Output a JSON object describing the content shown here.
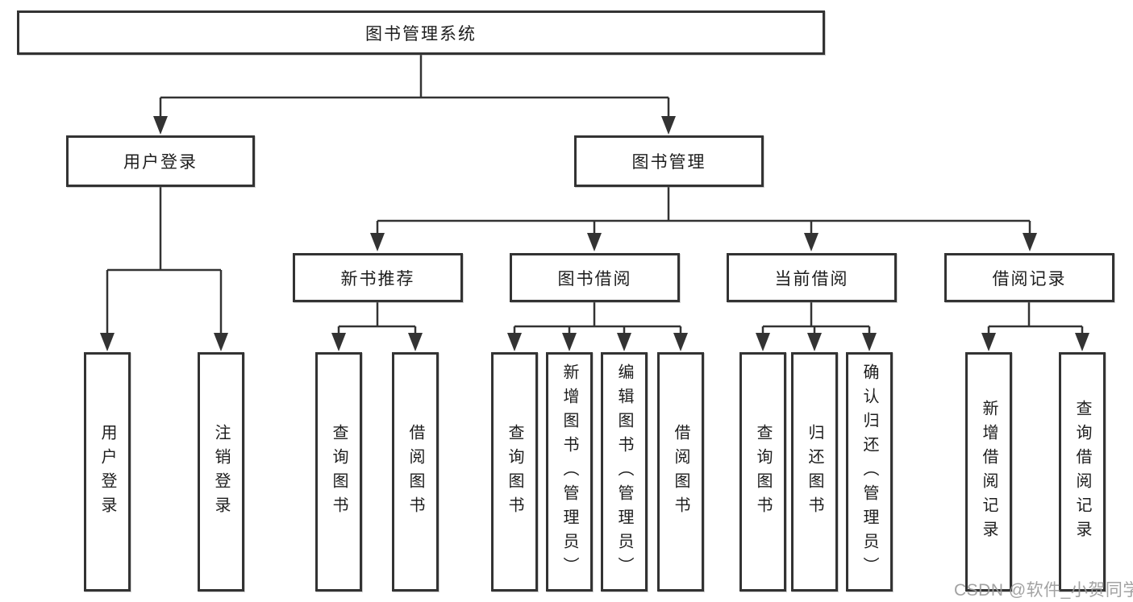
{
  "diagram": {
    "title_node": "图书管理系统",
    "level2": {
      "user_login": "用户登录",
      "book_mgmt": "图书管理"
    },
    "level3": {
      "new_book": "新书推荐",
      "book_borrow": "图书借阅",
      "current_borrow": "当前借阅",
      "borrow_record": "借阅记录"
    },
    "leaves": {
      "user_login": [
        "用户登录",
        "注销登录"
      ],
      "new_book": [
        "查询图书",
        "借阅图书"
      ],
      "book_borrow": [
        "查询图书",
        "新增图书（管理员）",
        "编辑图书（管理员）",
        "借阅图书"
      ],
      "current_borrow": [
        "查询图书",
        "归还图书",
        "确认归还（管理员）"
      ],
      "borrow_record": [
        "新增借阅记录",
        "查询借阅记录"
      ]
    },
    "colors": {
      "line": "#333333",
      "text": "#1d1d1d",
      "background": "#ffffff",
      "watermark": "#9b9b9b"
    },
    "watermark": "CSDN @软件_小贺同学"
  }
}
